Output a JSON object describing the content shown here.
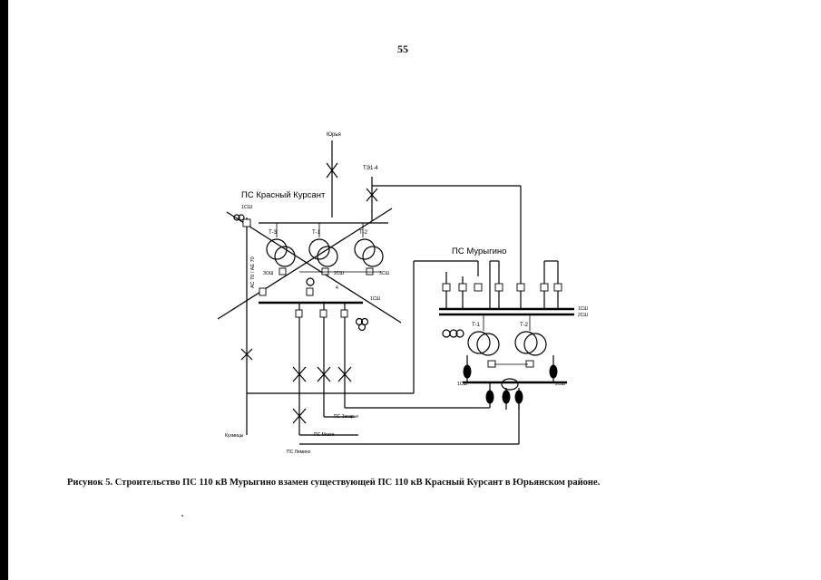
{
  "page_number": "55",
  "caption": "Рисунок 5. Строительство ПС 110 кВ Мурыгино взамен существующей ПС 110 кВ Красный Курсант в Юрьянском районе.",
  "diagram": {
    "top_label": "Юрья",
    "line_right_label": "ТЭ1-4",
    "ps_krasny": "ПС Красный Курсант",
    "ps_murygino": "ПС Мурыгино",
    "vertical_line_label": "АС 70 / АЕ 70",
    "kras_bus_top": "1СШ",
    "kras_bus_low": "1СШ",
    "kras_t1": "Т-1",
    "kras_t2": "Т-2",
    "kras_t3": "Т-3",
    "kras_zsh1": "ЗОШ",
    "kras_zsh2": "2СШ",
    "kras_zsh3": "3СШ",
    "kras_feeder": "4",
    "mur_bus_1": "1СШ",
    "mur_bus_2": "2СШ",
    "mur_t1": "Т-1",
    "mur_t2": "Т-2",
    "mur_left_lbl": "1СШ",
    "mur_right_lbl": "2СШ",
    "bottom_kuzmiczy": "Кузмицы",
    "bottom_ps_mozhgi": "ПС Мозги",
    "bottom_ps_zagarye": "ПС Загарье",
    "bottom_ps_lyamino": "ПС Лямино"
  }
}
